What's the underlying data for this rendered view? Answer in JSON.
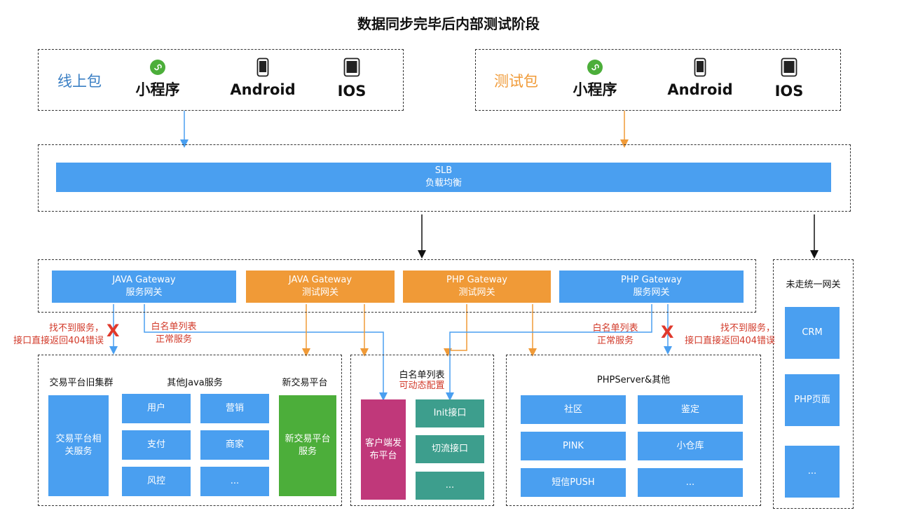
{
  "title": "数据同步完毕后内部测试阶段",
  "online_pkg": {
    "label": "线上包",
    "clients": [
      "小程序",
      "Android",
      "IOS"
    ]
  },
  "test_pkg": {
    "label": "测试包",
    "clients": [
      "小程序",
      "Android",
      "IOS"
    ]
  },
  "slb": {
    "line1": "SLB",
    "line2": "负载均衡"
  },
  "gateways": [
    {
      "line1": "JAVA Gateway",
      "line2": "服务网关"
    },
    {
      "line1": "JAVA Gateway",
      "line2": "测试网关"
    },
    {
      "line1": "PHP Gateway",
      "line2": "测试网关"
    },
    {
      "line1": "PHP Gateway",
      "line2": "服务网关"
    }
  ],
  "unified": {
    "title": "未走统一网关",
    "items": [
      "CRM",
      "PHP页面",
      "..."
    ]
  },
  "annotations": {
    "not_found_left_1": "找不到服务，",
    "not_found_left_2": "接口直接返回404错误",
    "whitelist_left_1": "白名单列表",
    "whitelist_left_2": "正常服务",
    "whitelist_right_1": "白名单列表",
    "whitelist_right_2": "正常服务",
    "not_found_right_1": "找不到服务，",
    "not_found_right_2": "接口直接返回404错误",
    "x_mark": "X"
  },
  "java_group": {
    "old_cluster_title": "交易平台旧集群",
    "old_cluster_box": [
      "交易平台相",
      "关服务"
    ],
    "other_title": "其他Java服务",
    "other_items": [
      "用户",
      "营销",
      "支付",
      "商家",
      "风控",
      "..."
    ],
    "new_title": "新交易平台",
    "new_box": [
      "新交易平台",
      "服务"
    ]
  },
  "whitelist_group": {
    "title": "白名单列表",
    "subtitle": "可动态配置",
    "client_pub": [
      "客户端发",
      "布平台"
    ],
    "items": [
      "Init接口",
      "切流接口",
      "..."
    ]
  },
  "php_group": {
    "title": "PHPServer&其他",
    "items": [
      "社区",
      "鉴定",
      "PINK",
      "小仓库",
      "短信PUSH",
      "..."
    ]
  },
  "colors": {
    "blue": "#4a9ff0",
    "orange": "#f09a37",
    "green": "#4cae3a",
    "teal": "#3d9e8d",
    "magenta": "#c0387a",
    "red": "#d23a2a"
  }
}
